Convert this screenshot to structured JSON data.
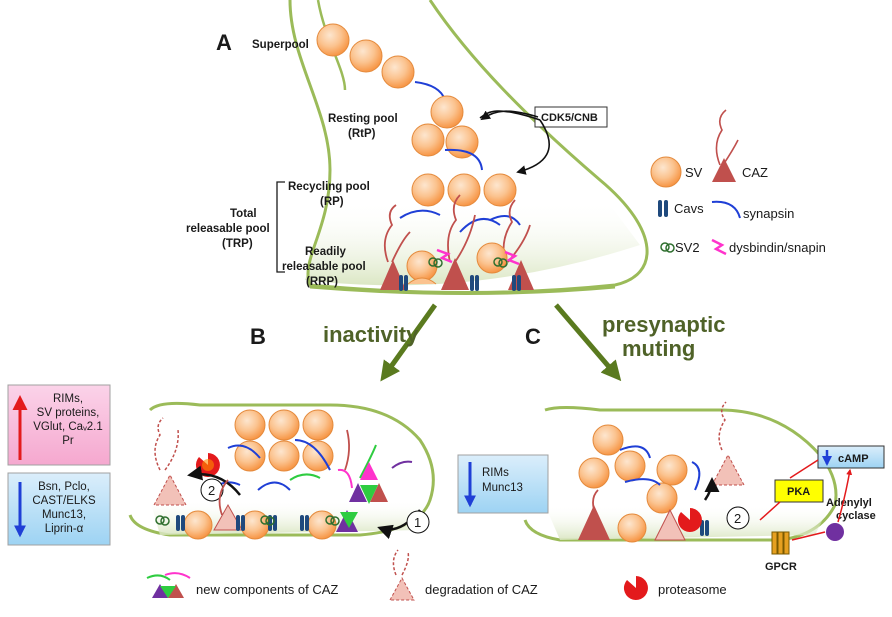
{
  "panels": {
    "a": "A",
    "b": "B",
    "c": "C"
  },
  "panel_a": {
    "superpool": "Superpool",
    "resting_pool": [
      "Resting pool",
      "(RtP)"
    ],
    "recycling_pool": [
      "Recycling pool",
      "(RP)"
    ],
    "total_releasable_pool": [
      "Total",
      "releasable pool",
      "(TRP)"
    ],
    "readily_releasable_pool": [
      "Readily",
      "releasable pool",
      "(RRP)"
    ],
    "regulator": "CDK5/CNB"
  },
  "legend_top": {
    "sv": "SV",
    "caz": "CAZ",
    "cavs": "Cavs",
    "synapsin": "synapsin",
    "sv2": "SV2",
    "dysbindin_snapin": "dysbindin/snapin"
  },
  "transitions": {
    "inactivity": "inactivity",
    "presynaptic_muting": [
      "presynaptic",
      "muting"
    ]
  },
  "panel_b": {
    "up_box": [
      "RIMs,",
      "SV proteins,",
      "VGlut, Caᵥ2.1",
      "Pr"
    ],
    "down_box": [
      "Bsn, Pclo,",
      "CAST/ELKS",
      "Munc13,",
      "Liprin-α"
    ],
    "step_1": "1",
    "step_2": "2"
  },
  "panel_c": {
    "down_box": [
      "RIMs",
      "Munc13"
    ],
    "camp": "cAMP",
    "pka": "PKA",
    "adenylyl_cyclase": [
      "Adenylyl",
      "cyclase"
    ],
    "gpcr": "GPCR",
    "step_2": "2"
  },
  "legend_bottom": {
    "new_components": "new components of CAZ",
    "degradation": "degradation of CAZ",
    "proteasome": "proteasome"
  },
  "colors": {
    "membrane": "#9bbb59",
    "vesicle": "#f79646",
    "caz": "#c0504d",
    "synapsin": "#1f3fd6",
    "cavs": "#1f497d",
    "transition_arrow": "#5a7a1f",
    "up_arrow": "#e31a1c",
    "down_arrow": "#1f3fd6",
    "dysbindin": "#ff33cc"
  }
}
